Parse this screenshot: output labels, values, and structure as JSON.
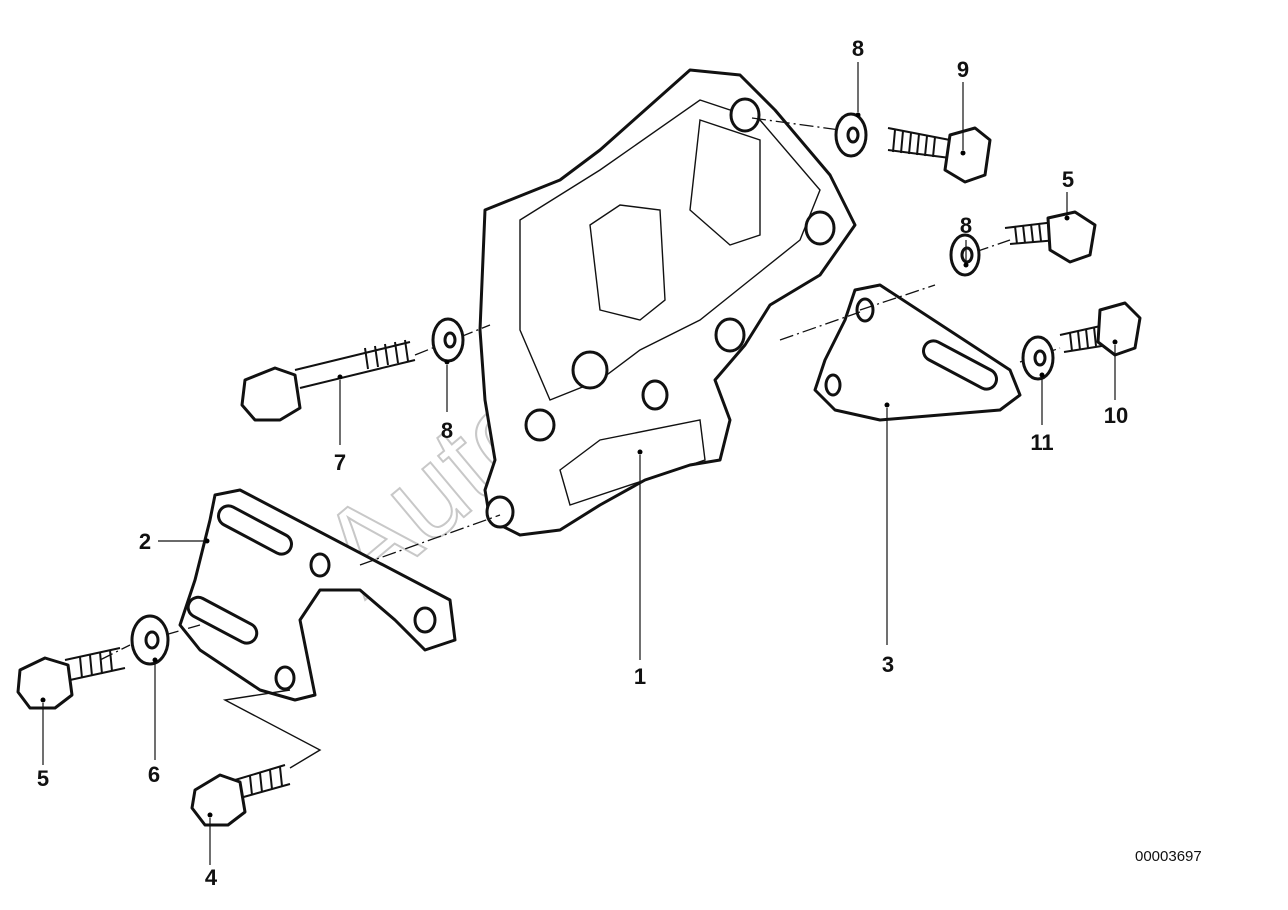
{
  "diagram": {
    "watermark": "AutoSoft",
    "reference_number": "00003697",
    "callouts": [
      "1",
      "2",
      "3",
      "4",
      "5",
      "5",
      "6",
      "7",
      "8",
      "8",
      "8",
      "9",
      "10",
      "11"
    ]
  }
}
